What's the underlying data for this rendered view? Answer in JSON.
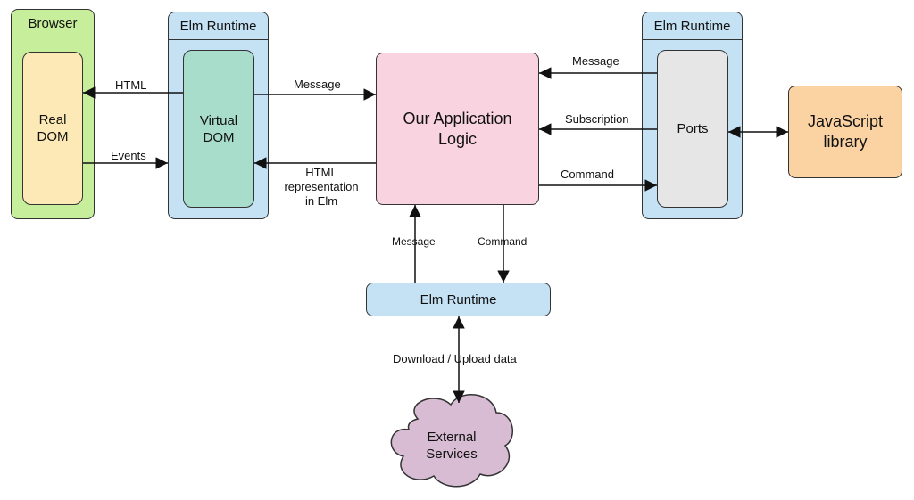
{
  "containers": {
    "browser": "Browser",
    "elm_runtime_left": "Elm Runtime",
    "elm_runtime_right": "Elm Runtime"
  },
  "nodes": {
    "real_dom": [
      "Real",
      "DOM"
    ],
    "virtual_dom": [
      "Virtual",
      "DOM"
    ],
    "app_logic": [
      "Our Application",
      "Logic"
    ],
    "ports": "Ports",
    "js_library": [
      "JavaScript",
      "library"
    ],
    "elm_runtime_bottom": "Elm Runtime",
    "external_services": [
      "External",
      "Services"
    ]
  },
  "edges": {
    "html": "HTML",
    "events": "Events",
    "message_to_logic": "Message",
    "html_representation": [
      "HTML",
      "representation",
      "in Elm"
    ],
    "message_from_ports": "Message",
    "subscription": "Subscription",
    "command_to_ports": "Command",
    "message_from_bottom": "Message",
    "command_to_bottom": "Command",
    "download_upload": "Download / Upload data"
  },
  "colors": {
    "browser_green": "#c7ee9a",
    "elm_blue": "#c5e2f5",
    "real_dom_yellow": "#fde9b6",
    "virtual_dom_teal": "#a8dccb",
    "app_logic_pink": "#f9d3df",
    "ports_gray": "#e6e6e6",
    "js_orange": "#fbd3a3",
    "cloud_purple": "#d8bcd3"
  }
}
